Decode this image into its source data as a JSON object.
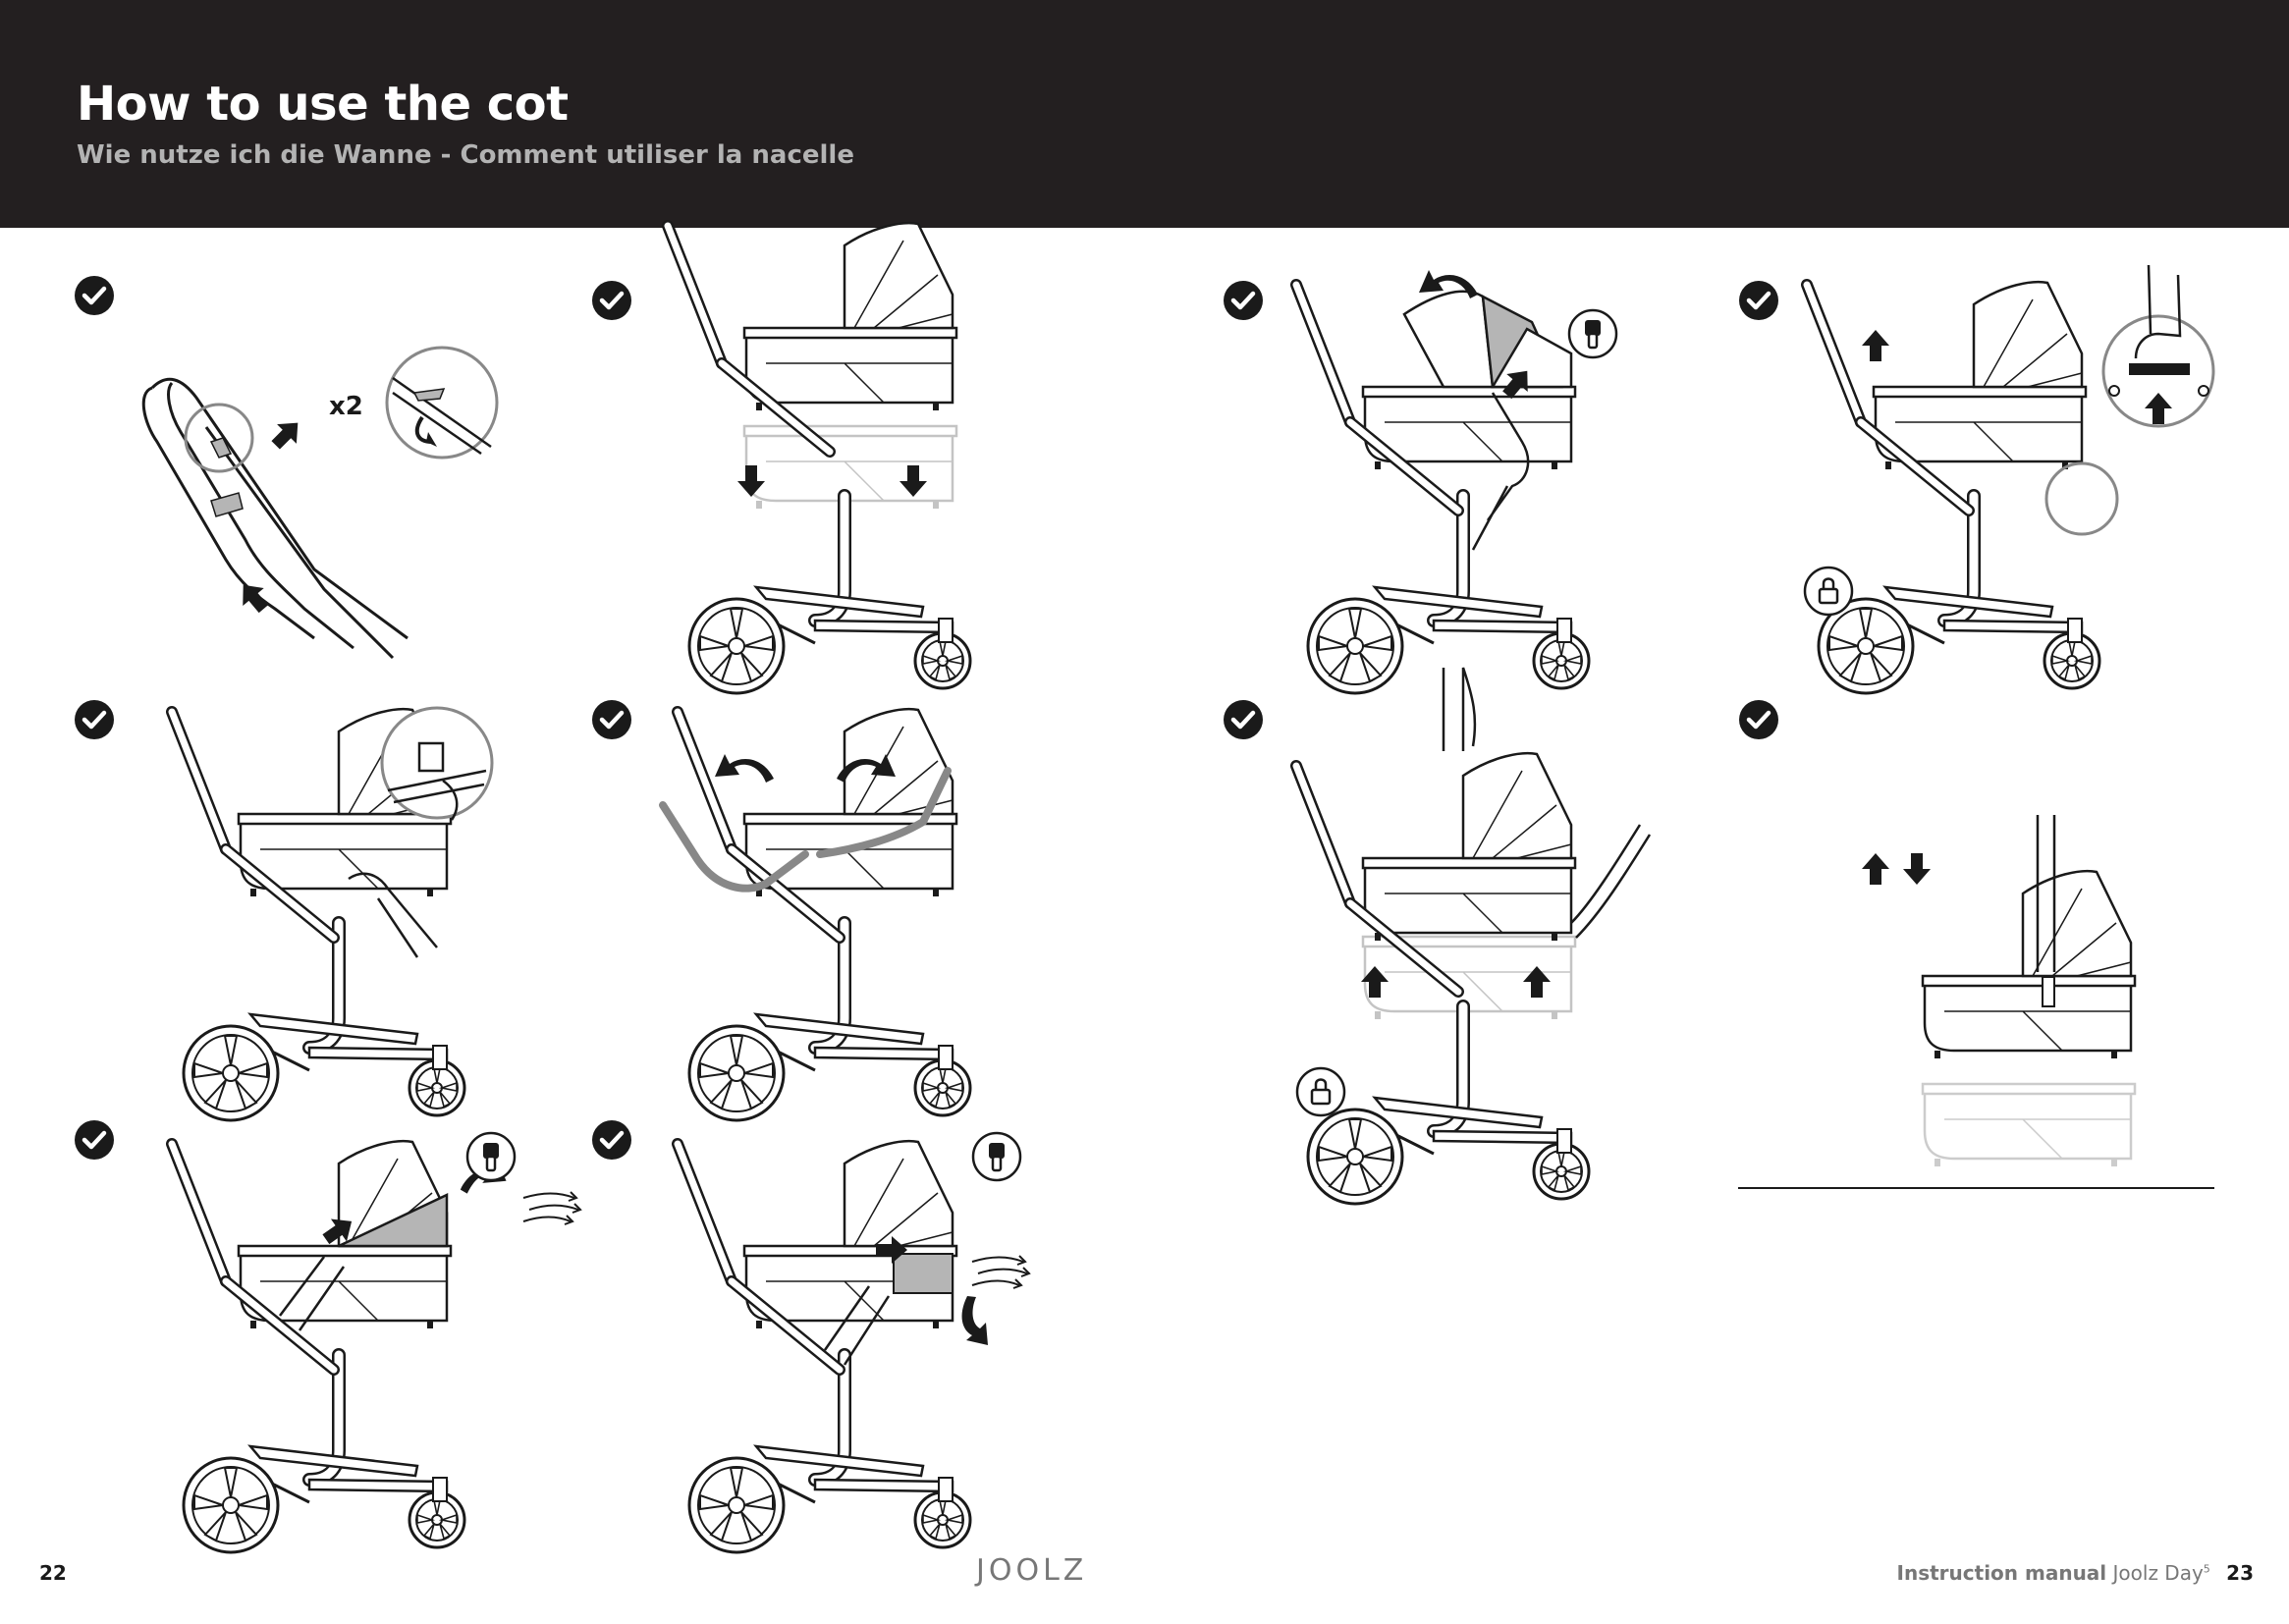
{
  "header": {
    "title": "How to use the cot",
    "subtitle": "Wie nutze ich die Wanne - Comment utiliser la nacelle"
  },
  "steps": [
    {
      "status_icon": "checkmark-circle-icon",
      "label": ""
    },
    {
      "status_icon": "checkmark-circle-icon",
      "label": ""
    },
    {
      "status_icon": "checkmark-circle-icon",
      "label": ""
    },
    {
      "status_icon": "checkmark-circle-icon",
      "label": ""
    },
    {
      "status_icon": "checkmark-circle-icon",
      "label": ""
    },
    {
      "status_icon": "checkmark-circle-icon",
      "label": ""
    },
    {
      "status_icon": "checkmark-circle-icon",
      "label": ""
    },
    {
      "status_icon": "checkmark-circle-icon",
      "label": ""
    },
    {
      "status_icon": "checkmark-circle-icon",
      "label": ""
    },
    {
      "status_icon": "checkmark-circle-icon",
      "label": ""
    }
  ],
  "step1": {
    "repeat_label": "x2"
  },
  "footer": {
    "page_left": "22",
    "brand": "JOOLZ",
    "manual_label": "Instruction manual",
    "product": "Joolz Day",
    "product_sup": "5",
    "page_right": "23"
  },
  "colors": {
    "header_bg": "#231f20",
    "subtitle": "#b3b3b3",
    "shade": "#b5b5b5"
  }
}
